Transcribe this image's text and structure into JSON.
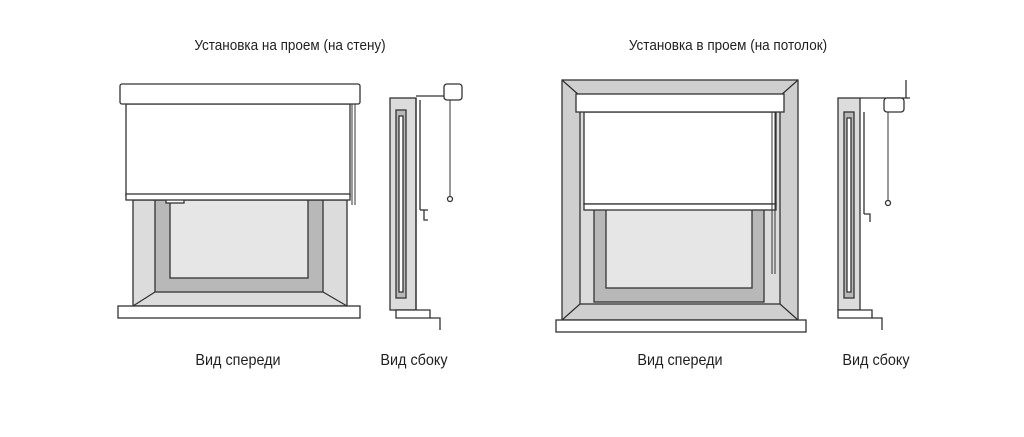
{
  "diagrams": [
    {
      "title": "Установка на проем (на стену)",
      "front_caption": "Вид спереди",
      "side_caption": "Вид сбоку"
    },
    {
      "title": "Установка в проем (на потолок)",
      "front_caption": "Вид спереди",
      "side_caption": "Вид сбоку"
    }
  ],
  "colors": {
    "line": "#333333",
    "wall_fill": "#dcdcdc",
    "frame_fill": "#b8b8b8",
    "glass_fill": "#e6e6e6",
    "blind_fill": "#ffffff"
  }
}
